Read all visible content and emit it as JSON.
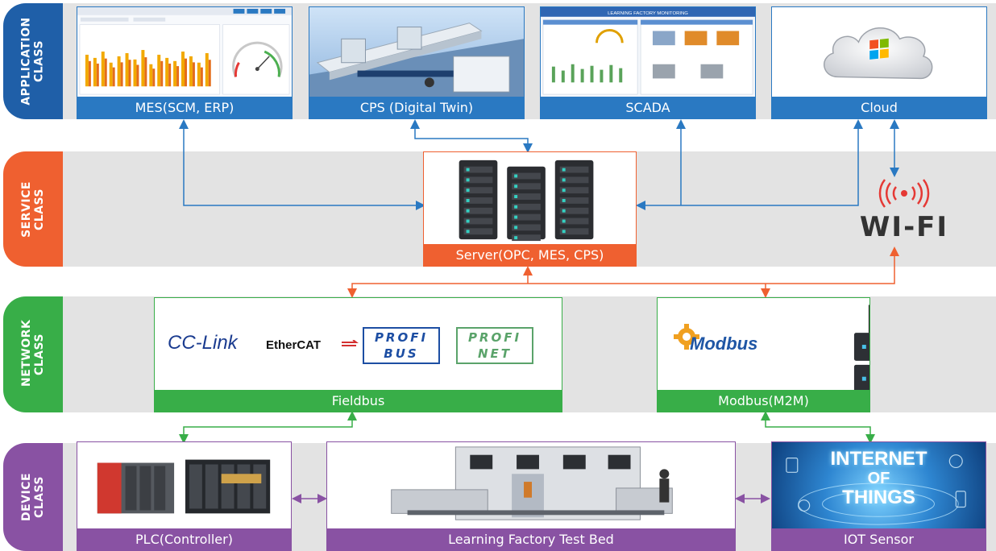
{
  "layers": {
    "application": "APPLICATION CLASS",
    "service": "SERVICE CLASS",
    "network": "NETWORK CLASS",
    "device": "DEVICE CLASS"
  },
  "application": {
    "mes": "MES(SCM, ERP)",
    "cps": "CPS (Digital Twin)",
    "scada": "SCADA",
    "scada_banner": "LEARNING FACTORY MONITORING",
    "cloud": "Cloud"
  },
  "service": {
    "server": "Server(OPC, MES, CPS)",
    "wifi": "WI-FI"
  },
  "network": {
    "fieldbus": "Fieldbus",
    "modbus": "Modbus(M2M)",
    "cclink": "CC-Link",
    "ethercat": "EtherCAT",
    "profibus": "PROFI BUS",
    "profinet": "PROFI NET",
    "modbus_logo": "Modbus"
  },
  "device": {
    "plc": "PLC(Controller)",
    "testbed": "Learning Factory Test Bed",
    "iot": "IOT Sensor",
    "iot_art_line1": "INTERNET",
    "iot_art_line2": "OF",
    "iot_art_line3": "THINGS"
  },
  "colors": {
    "application": "#1f5fa8",
    "service": "#ef6030",
    "network": "#38ae48",
    "device": "#8952a3"
  }
}
